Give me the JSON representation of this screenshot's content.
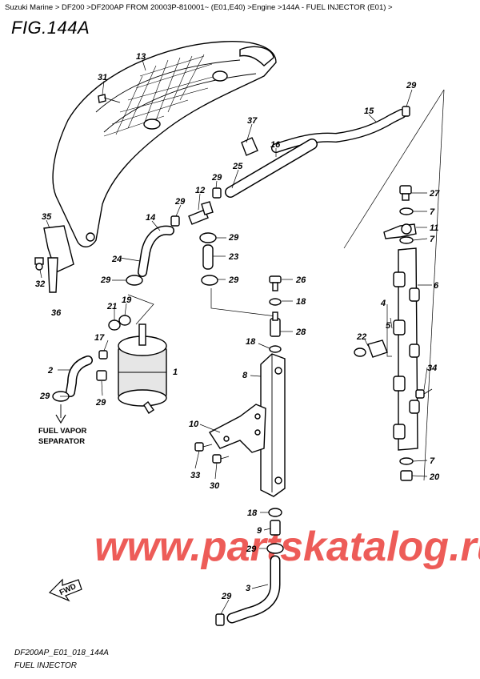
{
  "breadcrumb": "Suzuki Marine > DF200 >DF200AP FROM 20003P-810001~ (E01,E40) >Engine >144A - FUEL INJECTOR (E01) >",
  "figure_title": "FIG.144A",
  "labels": {
    "fuel_vapor_line1": "FUEL VAPOR",
    "fuel_vapor_line2": "SEPARATOR",
    "fwd": "FWD"
  },
  "watermark": "www.partskatalog.ru",
  "footer": {
    "code": "DF200AP_E01_018_144A",
    "caption": "FUEL INJECTOR"
  },
  "callouts": {
    "c1": "1",
    "c2": "2",
    "c3": "3",
    "c4": "4",
    "c5": "5",
    "c6": "6",
    "c7a": "7",
    "c7b": "7",
    "c7c": "7",
    "c8": "8",
    "c9": "9",
    "c10": "10",
    "c11": "11",
    "c12": "12",
    "c13": "13",
    "c14": "14",
    "c15": "15",
    "c16": "16",
    "c17": "17",
    "c18a": "18",
    "c18b": "18",
    "c18c": "18",
    "c19": "19",
    "c20": "20",
    "c21": "21",
    "c22": "22",
    "c23": "23",
    "c24": "24",
    "c25": "25",
    "c26": "26",
    "c27": "27",
    "c28": "28",
    "c29a": "29",
    "c29b": "29",
    "c29c": "29",
    "c29d": "29",
    "c29e": "29",
    "c29f": "29",
    "c29g": "29",
    "c29h": "29",
    "c29i": "29",
    "c29j": "29",
    "c30": "30",
    "c31": "31",
    "c32": "32",
    "c33": "33",
    "c34": "34",
    "c35": "35",
    "c36": "36",
    "c37": "37"
  }
}
